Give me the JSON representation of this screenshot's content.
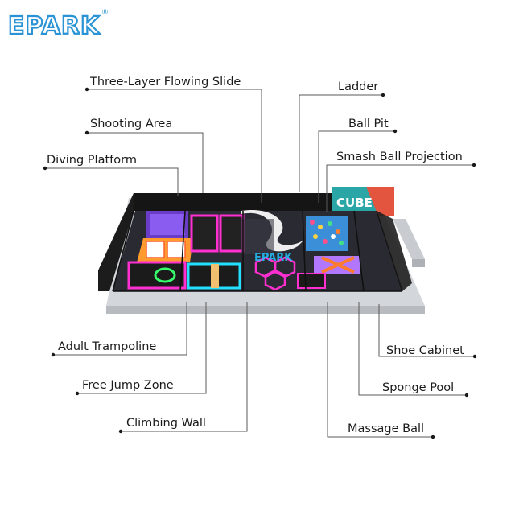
{
  "brand": {
    "logo_text": "EPARK",
    "registered_mark": "®",
    "accent_color": "#2a93d5"
  },
  "model_signs": {
    "wall_sign": "CUBE",
    "floor_logo": "EPARK"
  },
  "labels": {
    "three_layer_flowing_slide": "Three-Layer Flowing Slide",
    "shooting_area": "Shooting Area",
    "diving_platform": "Diving Platform",
    "ladder": "Ladder",
    "ball_pit": "Ball Pit",
    "smash_ball_projection": "Smash Ball Projection",
    "adult_trampoline": "Adult Trampoline",
    "free_jump_zone": "Free Jump Zone",
    "climbing_wall": "Climbing Wall",
    "shoe_cabinet": "Shoe Cabinet",
    "sponge_pool": "Sponge Pool",
    "massage_ball": "Massage Ball"
  },
  "colors": {
    "neon_pink": "#ff2fd0",
    "neon_cyan": "#22e0ff",
    "neon_green": "#35ff6a",
    "frame_black": "#1c1c1c",
    "floor_grey": "#cfd2d6"
  }
}
